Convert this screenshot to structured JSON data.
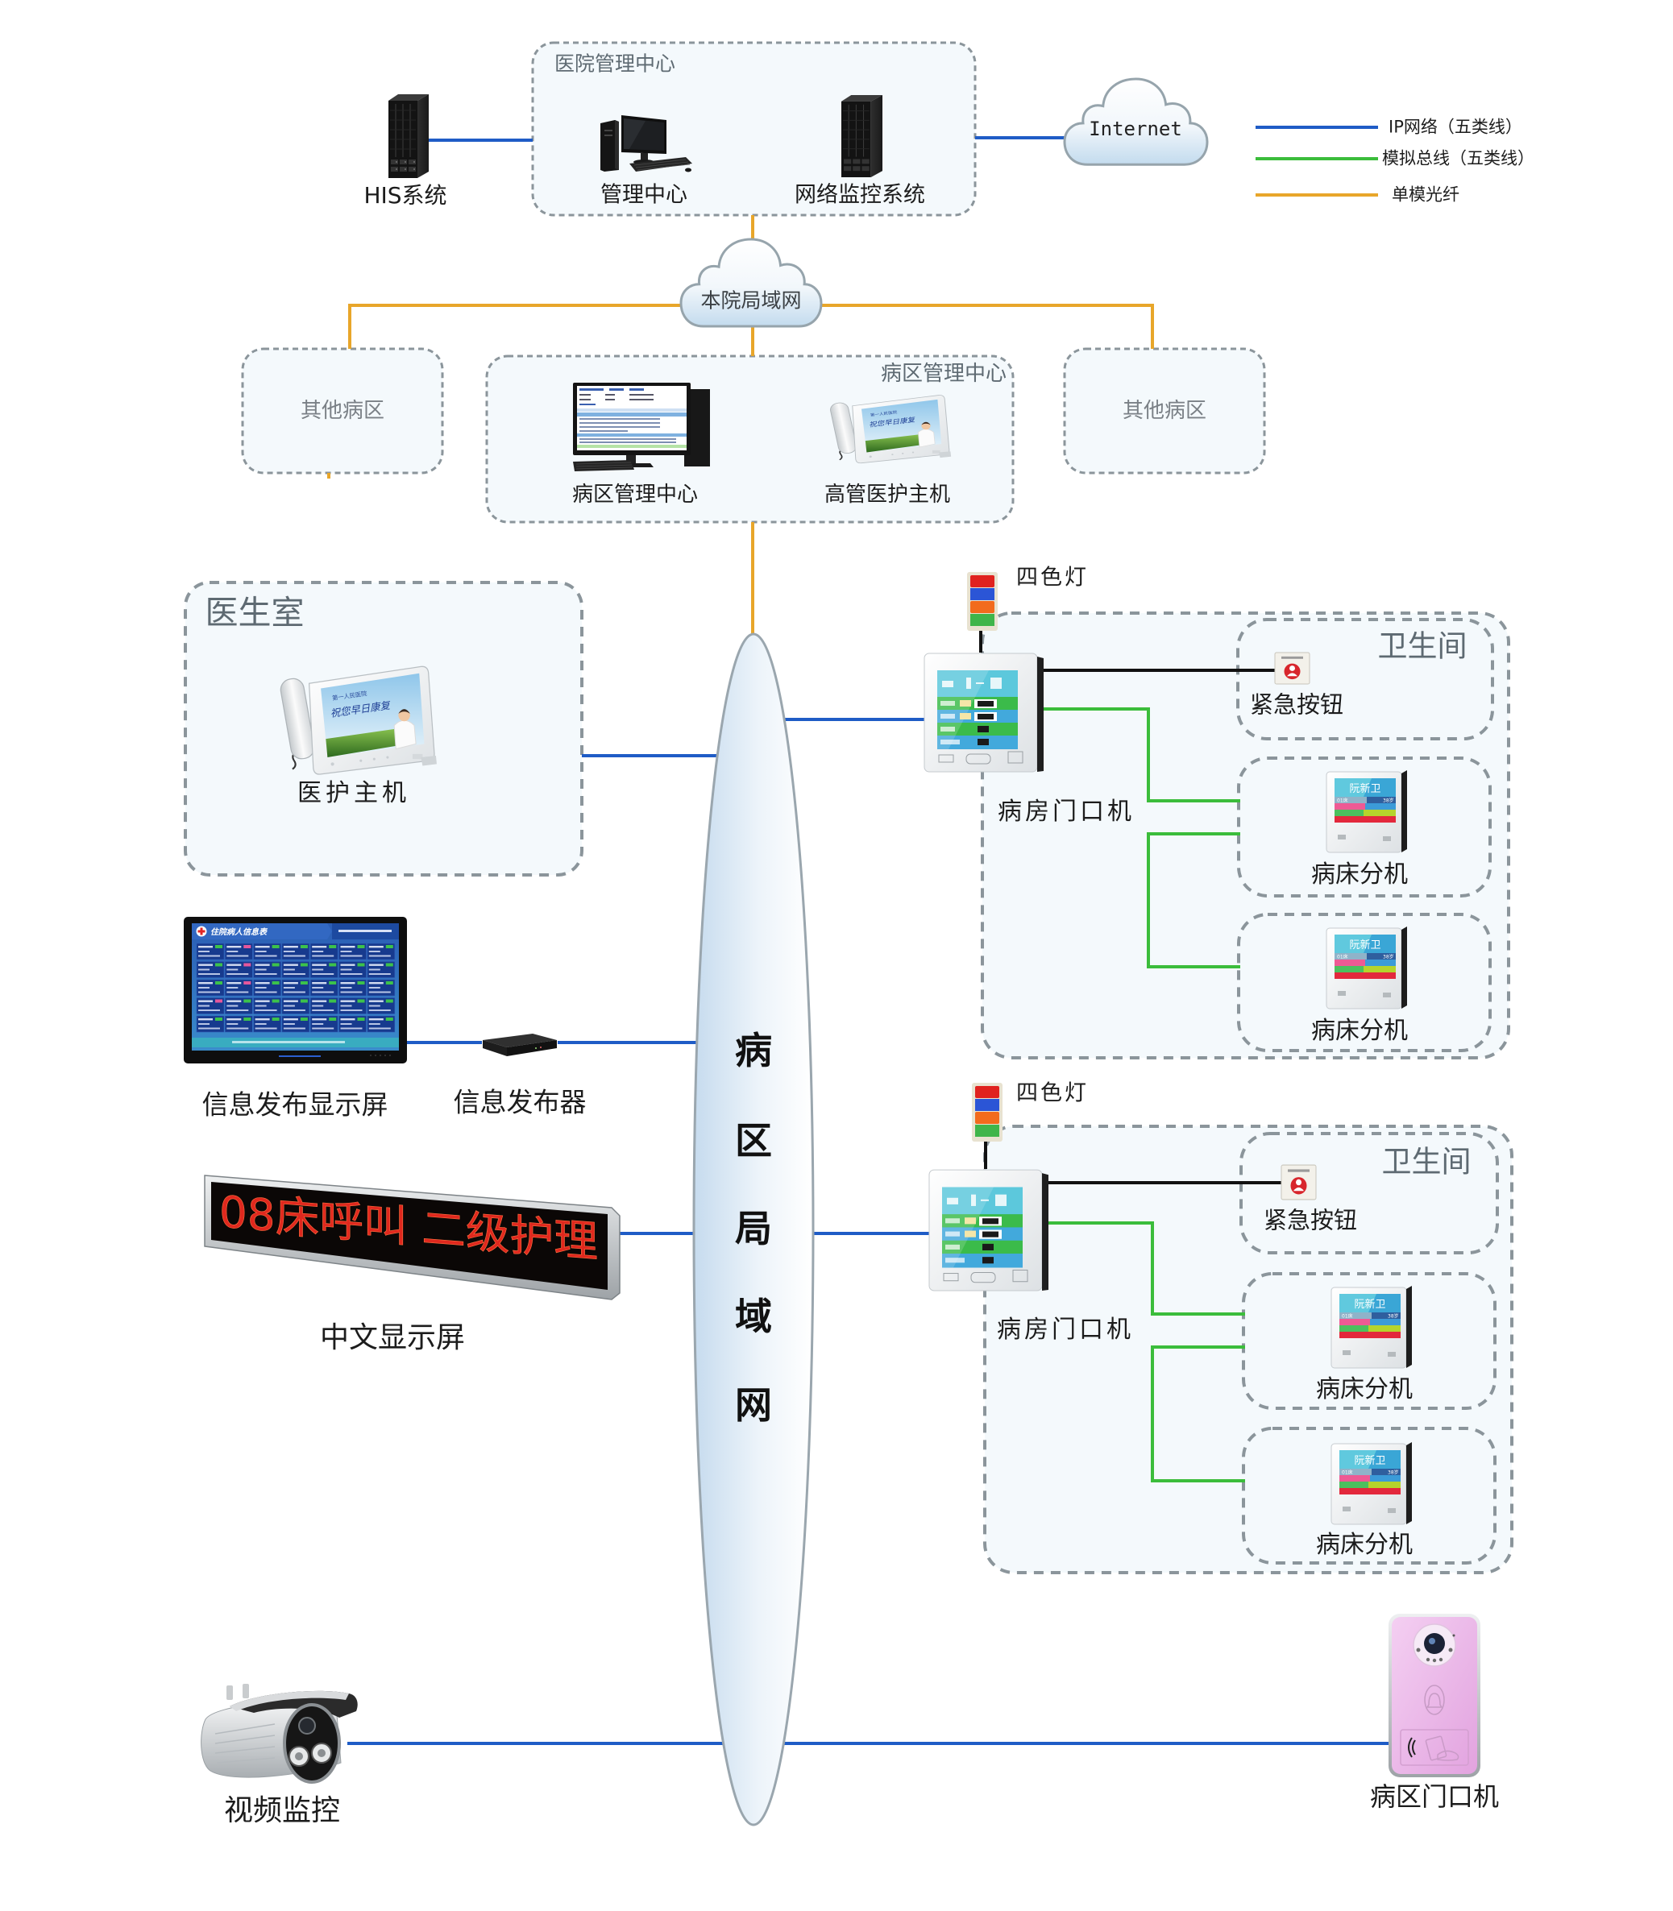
{
  "legend": {
    "items": [
      {
        "label": "IP网络（五类线）",
        "line": "ip"
      },
      {
        "label": "模拟总线（五类线）",
        "line": "bus"
      },
      {
        "label": "单模光纤",
        "line": "fiber"
      }
    ]
  },
  "colors": {
    "ip": "#1f5cc6",
    "bus": "#3bbd3b",
    "fiber": "#e8a62a",
    "ctl": "#111111",
    "tag_green": "#3cc24b",
    "tag_pink": "#e4579c"
  },
  "his": {
    "label": "HIS系统"
  },
  "hospital_center": {
    "title": "医院管理中心",
    "management_label": "管理中心",
    "monitoring_label": "网络监控系统"
  },
  "internet": {
    "label": "Internet"
  },
  "hospital_lan": {
    "label": "本院局域网"
  },
  "other_wards": [
    {
      "label": "其他病区"
    },
    {
      "label": "其他病区"
    }
  ],
  "ward_center": {
    "title": "病区管理中心",
    "pc_label": "病区管理中心",
    "host_label": "高管医护主机"
  },
  "nurse_host_screen": {
    "line1": "第一人民医院",
    "line2": "祝您早日康复"
  },
  "doctor_room": {
    "title": "医生室",
    "host_label": "医护主机"
  },
  "info_display": {
    "label": "信息发布显示屏",
    "screen_title": "住院病人信息表",
    "card_tags": [
      [
        "green",
        "pink",
        "green",
        "green",
        "green",
        "green",
        "green"
      ],
      [
        "green",
        "pink",
        "green",
        "green",
        "green",
        "green",
        "green"
      ],
      [
        "green",
        "pink",
        "green",
        "green",
        "green",
        "green",
        "green"
      ],
      [
        "pink",
        "green",
        "green",
        "green",
        "green",
        "green",
        "green"
      ],
      [
        "green",
        "green",
        "green",
        "green",
        "green",
        "green",
        "green"
      ]
    ]
  },
  "info_publisher": {
    "label": "信息发布器"
  },
  "led_display": {
    "label": "中文显示屏",
    "message": "08床呼叫  二级护理"
  },
  "ward_lan": {
    "chars": [
      "病",
      "区",
      "局",
      "域",
      "网"
    ]
  },
  "rooms": [
    {
      "lamp_label": "四色灯",
      "door_unit_label": "病房门口机",
      "bathroom_title": "卫生间",
      "emergency_label": "紧急按钮",
      "beds": [
        {
          "label": "病床分机",
          "patient": "阮新卫",
          "bed": "01床",
          "age": "38岁"
        },
        {
          "label": "病床分机",
          "patient": "阮新卫",
          "bed": "01床",
          "age": "38岁"
        }
      ]
    },
    {
      "lamp_label": "四色灯",
      "door_unit_label": "病房门口机",
      "bathroom_title": "卫生间",
      "emergency_label": "紧急按钮",
      "beds": [
        {
          "label": "病床分机",
          "patient": "阮新卫",
          "bed": "01床",
          "age": "38岁"
        },
        {
          "label": "病床分机",
          "patient": "阮新卫",
          "bed": "01床",
          "age": "38岁"
        }
      ]
    }
  ],
  "camera": {
    "label": "视频监控"
  },
  "ward_gate": {
    "label": "病区门口机"
  }
}
